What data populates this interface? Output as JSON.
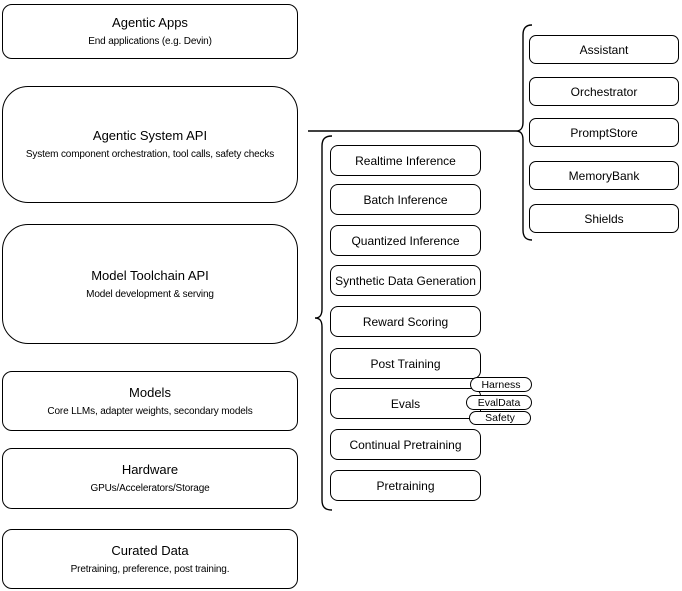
{
  "diagram": {
    "left_stack": [
      {
        "title": "Agentic Apps",
        "subtitle": "End applications (e.g. Devin)"
      },
      {
        "title": "Agentic System API",
        "subtitle": "System component orchestration, tool calls, safety checks"
      },
      {
        "title": "Model Toolchain API",
        "subtitle": "Model development & serving"
      },
      {
        "title": "Models",
        "subtitle": "Core LLMs, adapter weights, secondary models"
      },
      {
        "title": "Hardware",
        "subtitle": "GPUs/Accelerators/Storage"
      },
      {
        "title": "Curated Data",
        "subtitle": "Pretraining, preference, post training."
      }
    ],
    "toolchain_items": [
      "Realtime Inference",
      "Batch Inference",
      "Quantized Inference",
      "Synthetic Data Generation",
      "Reward Scoring",
      "Post Training",
      "Evals",
      "Continual Pretraining",
      "Pretraining"
    ],
    "eval_tags": [
      "Harness",
      "EvalData",
      "Safety"
    ],
    "system_components": [
      "Assistant",
      "Orchestrator",
      "PromptStore",
      "MemoryBank",
      "Shields"
    ],
    "colors": {
      "stroke": "#000000",
      "canvas": "#ffffff"
    }
  }
}
